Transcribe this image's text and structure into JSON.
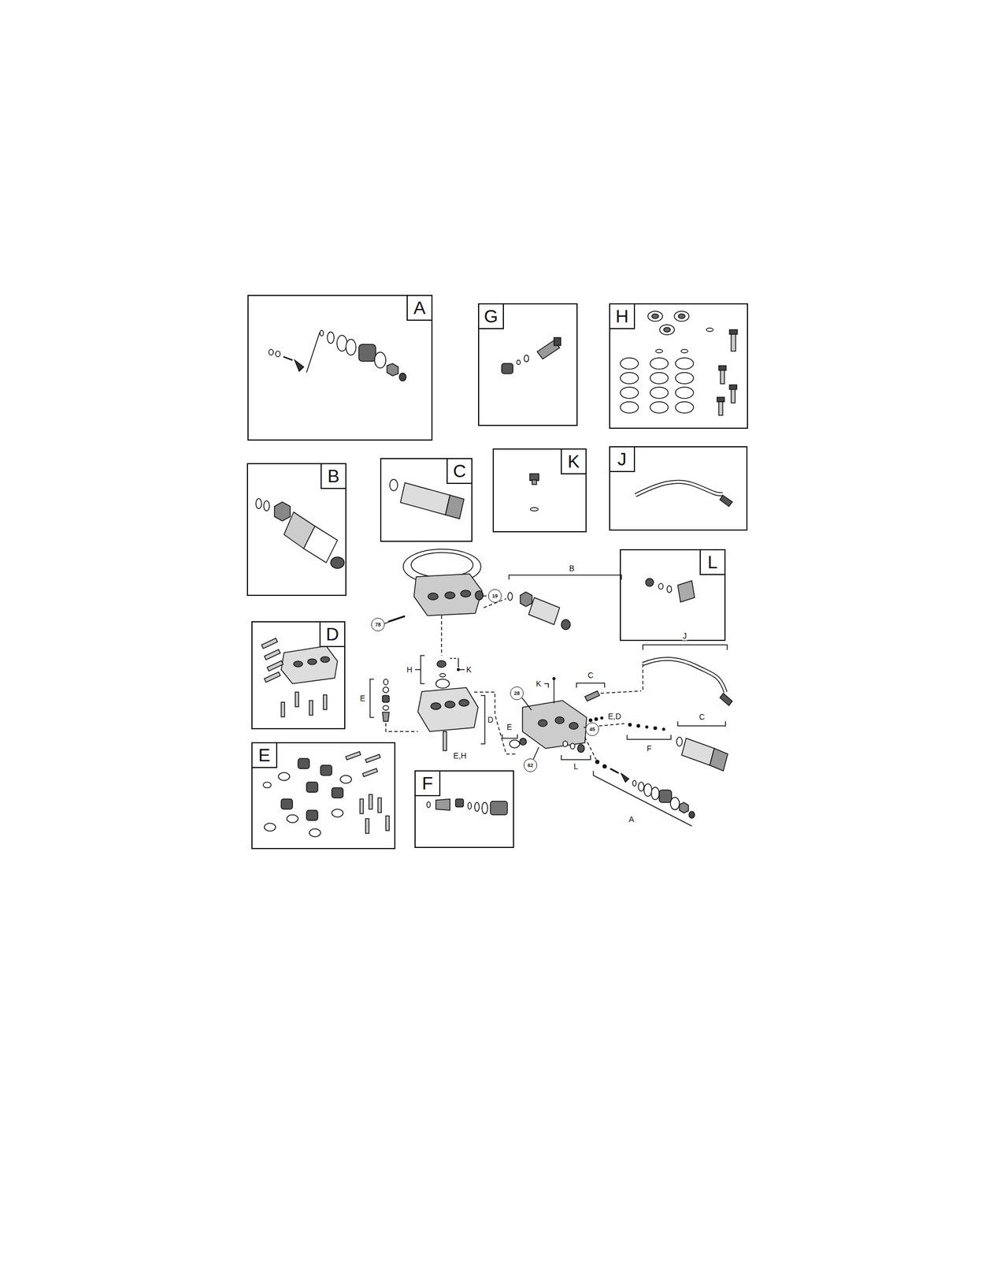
{
  "diagram": {
    "nodes": [
      {
        "text": [
          "A"
        ]
      },
      {
        "text": [
          "G"
        ]
      },
      {
        "text": [
          "H"
        ]
      },
      {
        "text": [
          "B"
        ]
      },
      {
        "text": [
          "C"
        ]
      },
      {
        "text": [
          "K"
        ]
      },
      {
        "text": [
          "J"
        ]
      },
      {
        "text": [
          "L"
        ]
      },
      {
        "text": [
          "D"
        ]
      },
      {
        "text": [
          "E"
        ]
      },
      {
        "text": [
          "F"
        ]
      },
      {
        "text": [
          "19"
        ]
      },
      {
        "text": [
          "78"
        ]
      },
      {
        "text": [
          "28"
        ]
      },
      {
        "text": [
          "45"
        ]
      },
      {
        "text": [
          "62"
        ]
      }
    ],
    "labels": [
      "B",
      "H",
      "K",
      "E",
      "D",
      "E,H",
      "K",
      "C",
      "J",
      "E,D",
      "E",
      "F",
      "C",
      "L",
      "A"
    ]
  }
}
